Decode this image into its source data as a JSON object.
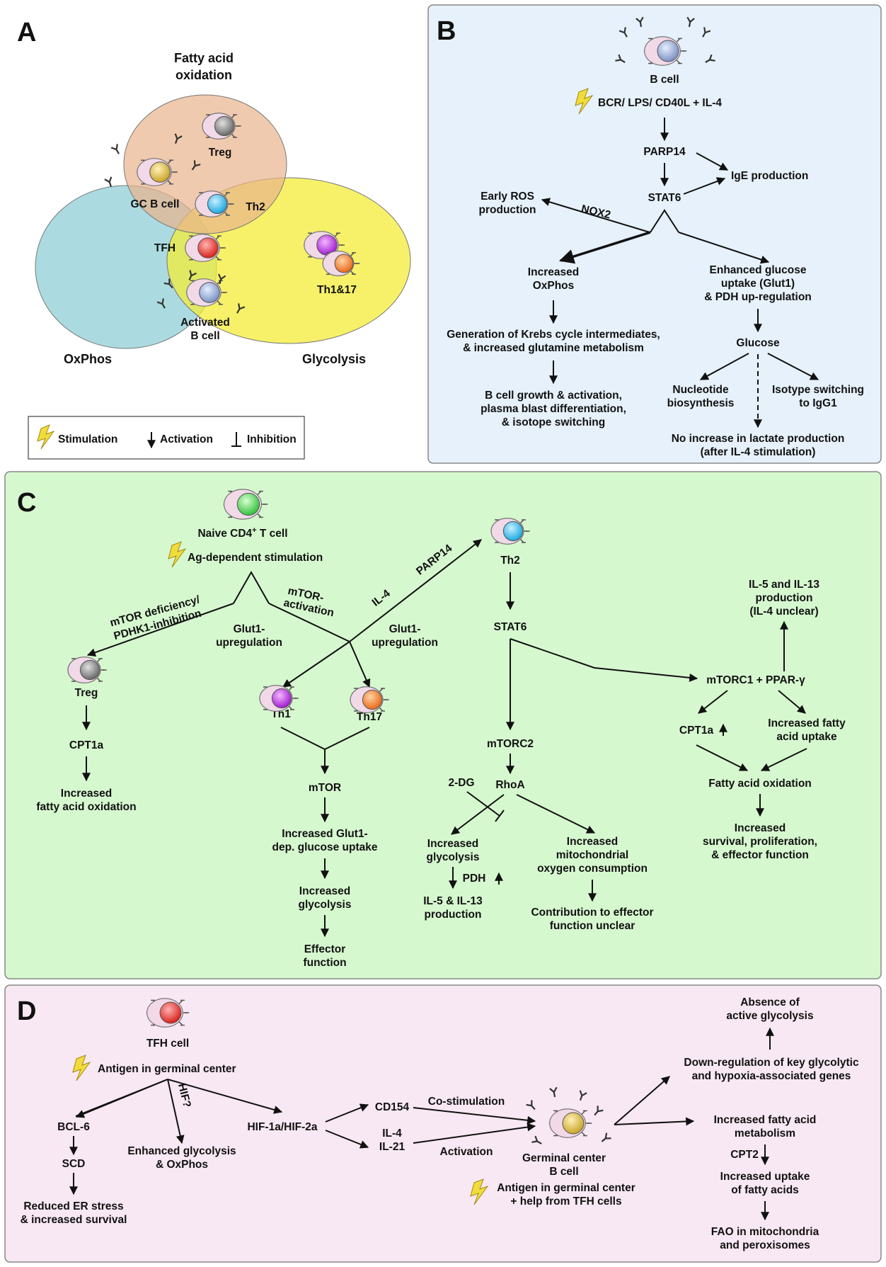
{
  "panels": {
    "a": {
      "letter": "A"
    },
    "b": {
      "letter": "B"
    },
    "c": {
      "letter": "C"
    },
    "d": {
      "letter": "D"
    }
  },
  "venn": {
    "fao": [
      "Fatty acid",
      "oxidation"
    ],
    "oxphos": "OxPhos",
    "glycolysis": "Glycolysis",
    "treg": "Treg",
    "gc_b_cell": "GC B cell",
    "th2": "Th2",
    "tfh": "TFH",
    "th1_17": "Th1&17",
    "activated_b": [
      "Activated",
      "B cell"
    ]
  },
  "legend": {
    "stimulation": "Stimulation",
    "activation": "Activation",
    "inhibition": "Inhibition"
  },
  "b": {
    "b_cell": "B cell",
    "stimulus": "BCR/ LPS/ CD40L + IL-4",
    "parp14": "PARP14",
    "ige": "IgE production",
    "stat6": "STAT6",
    "ros": [
      "Early ROS",
      "production"
    ],
    "nox2": "NOX2",
    "oxphos": [
      "Increased",
      "OxPhos"
    ],
    "glucose_uptake": [
      "Enhanced glucose",
      "uptake (Glut1)",
      "& PDH up-regulation"
    ],
    "krebs": [
      "Generation of Krebs cycle intermediates,",
      "& increased glutamine metabolism"
    ],
    "glucose": "Glucose",
    "growth": [
      "B cell growth & activation,",
      "plasma blast differentiation,",
      "& isotope switching"
    ],
    "nucleotide": [
      "Nucleotide",
      "biosynthesis"
    ],
    "isotype": [
      "Isotype switching",
      "to IgG1"
    ],
    "lactate": [
      "No increase in lactate production",
      "(after IL-4 stimulation)"
    ]
  },
  "c": {
    "naive": "Naive CD4",
    "naive_sup": "+",
    "naive_suffix": " T cell",
    "stimulus": "Ag-dependent stimulation",
    "mtor_def": [
      "mTOR deficiency/",
      "PDHK1-inhibition"
    ],
    "mtor_act": [
      "mTOR-",
      "activation"
    ],
    "il4": "IL-4",
    "parp14": "PARP14",
    "th2": "Th2",
    "glut1_left": [
      "Glut1-",
      "upregulation"
    ],
    "glut1_right": [
      "Glut1-",
      "upregulation"
    ],
    "treg": "Treg",
    "th1": "Th1",
    "th17": "Th17",
    "stat6": "STAT6",
    "il5_il13_prod": [
      "IL-5 and IL-13",
      "production",
      "(IL-4 unclear)"
    ],
    "cpt1a_treg": "CPT1a",
    "fao_treg": [
      "Increased",
      "fatty acid oxidation"
    ],
    "mtorc1": "mTORC1 + PPAR-γ",
    "cpt1a": "CPT1a",
    "fa_uptake": [
      "Increased fatty",
      "acid uptake"
    ],
    "mtorc2": "mTORC2",
    "mtor": "mTOR",
    "two_dg": "2-DG",
    "rhoa": "RhoA",
    "fao": "Fatty acid oxidation",
    "glut1_uptake": [
      "Increased Glut1-",
      "dep. glucose uptake"
    ],
    "survival": [
      "Increased",
      "survival, proliferation,",
      "& effector function"
    ],
    "glycolysis_left": [
      "Increased",
      "glycolysis"
    ],
    "glycolysis_mid": [
      "Increased",
      "glycolysis"
    ],
    "mito": [
      "Increased",
      "mitochondrial",
      "oxygen consumption"
    ],
    "pdh": "PDH",
    "il5_il13": [
      "IL-5 & IL-13",
      "production"
    ],
    "effector_unclear": [
      "Contribution to effector",
      "function unclear"
    ],
    "effector": [
      "Effector",
      "function"
    ]
  },
  "d": {
    "tfh": "TFH cell",
    "antigen": "Antigen in germinal center",
    "hif_q": "HIF?",
    "bcl6": "BCL-6",
    "hif": "HIF-1a/HIF-2a",
    "cd154": "CD154",
    "costim": "Co-stimulation",
    "il4": "IL-4",
    "il21": "IL-21",
    "activation": "Activation",
    "scd": "SCD",
    "enh_glyco": [
      "Enhanced glycolysis",
      "& OxPhos"
    ],
    "er_stress": [
      "Reduced ER stress",
      "& increased survival"
    ],
    "gc_b": [
      "Germinal center",
      "B cell"
    ],
    "antigen_help": [
      "Antigen in germinal center",
      "+ help from TFH cells"
    ],
    "absence": [
      "Absence of",
      "active glycolysis"
    ],
    "downreg": [
      "Down-regulation of key glycolytic",
      "and hypoxia-associated genes"
    ],
    "fa_metab": [
      "Increased fatty acid",
      "metabolism"
    ],
    "cpt2": "CPT2",
    "fa_uptake": [
      "Increased uptake",
      "of fatty acids"
    ],
    "fao_mito": [
      "FAO in mitochondria",
      "and peroxisomes"
    ]
  },
  "colors": {
    "panel_b_bg": "#e6f1fb",
    "panel_c_bg": "#d6f8cf",
    "panel_d_bg": "#f8e8f3",
    "fao_ellipse": "#e9b48c",
    "oxphos_ellipse": "#8fcfd6",
    "glycolysis_ellipse": "#f3ec37",
    "bolt": "#f2dc3b"
  },
  "cell_icons": [
    "treg-cell-icon",
    "gc-b-cell-icon",
    "th2-cell-icon",
    "tfh-cell-icon",
    "th1-cell-icon",
    "th17-cell-icon",
    "activated-b-cell-icon",
    "naive-t-cell-icon"
  ]
}
